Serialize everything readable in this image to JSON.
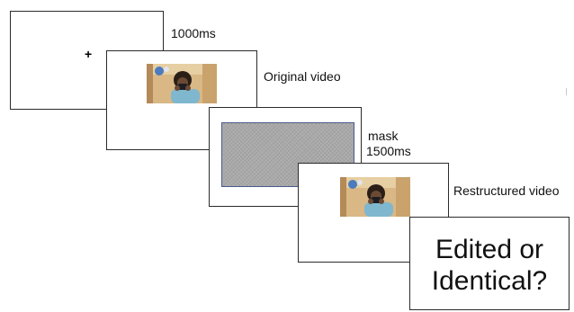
{
  "frames": {
    "fixation": {
      "symbol": "+",
      "duration_label": "1000ms"
    },
    "original": {
      "label": "Original video",
      "thumbnail": "child-video-frame"
    },
    "mask": {
      "label_line1": "mask",
      "label_line2": "1500ms"
    },
    "restructured": {
      "label": "Restructured video",
      "thumbnail": "child-video-frame"
    },
    "response": {
      "question_line1": "Edited or",
      "question_line2": "Identical?"
    }
  },
  "colors": {
    "frame_border": "#2b2b2b",
    "mask_fill": "#a9a9a9",
    "mask_border": "#4a5a8c",
    "video_wall": "#d9b886",
    "video_shirt": "#7fb7cf"
  }
}
